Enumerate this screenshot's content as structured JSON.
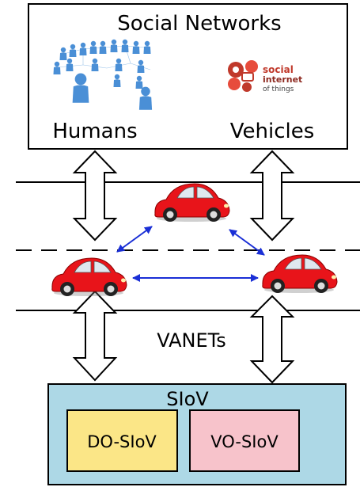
{
  "social_networks": {
    "title": "Social Networks",
    "humans_label": "Humans",
    "vehicles_label": "Vehicles",
    "logo_text": [
      "social",
      "internet",
      "of things"
    ]
  },
  "road": {
    "label": "VANETs"
  },
  "siov": {
    "title": "SIoV",
    "do_label": "DO-SIoV",
    "vo_label": "VO-SIoV"
  },
  "colors": {
    "car_body": "#e8141a",
    "link_arrow": "#1a2fd6",
    "siov_fill": "#add8e6",
    "do_fill": "#fbe687",
    "vo_fill": "#f7c3cb",
    "people": "#4a8fd6",
    "logo": "#c0392b"
  },
  "icons": {
    "crowd": "people-network-icon",
    "car": "car-icon",
    "logo": "social-iot-logo-icon"
  }
}
